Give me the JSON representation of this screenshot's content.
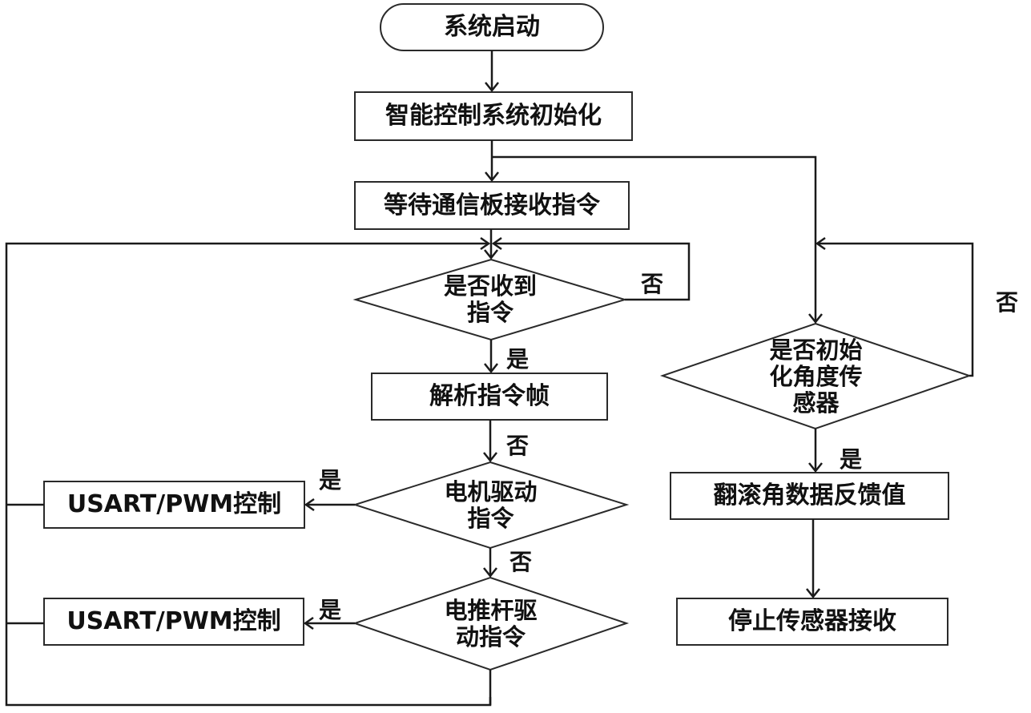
{
  "nodes": {
    "start": "系统启动",
    "init": "智能控制系统初始化",
    "wait": "等待通信板接收指令",
    "received_q_l1": "是否收到",
    "received_q_l2": "指令",
    "parse": "解析指令帧",
    "motor_q_l1": "电机驱动",
    "motor_q_l2": "指令",
    "motor_ctrl": "USART/PWM控制",
    "pusher_q_l1": "电推杆驱",
    "pusher_q_l2": "动指令",
    "pusher_ctrl": "USART/PWM控制",
    "sensor_q_l1": "是否初始",
    "sensor_q_l2": "化角度传",
    "sensor_q_l3": "感器",
    "roll": "翻滚角数据反馈值",
    "stop": "停止传感器接收"
  },
  "edge_labels": {
    "received_no": "否",
    "received_yes": "是",
    "parse_no": "否",
    "motor_yes": "是",
    "motor_no": "否",
    "pusher_yes": "是",
    "sensor_no": "否",
    "sensor_yes": "是"
  }
}
